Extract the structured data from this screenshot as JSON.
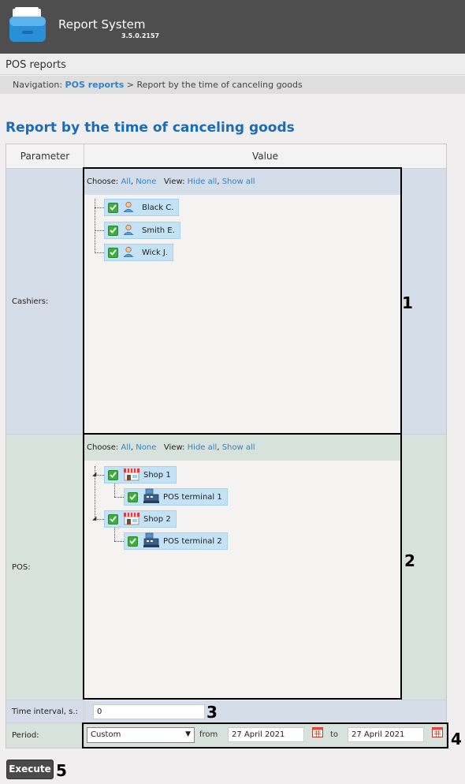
{
  "app": {
    "title": "Report System",
    "version": "3.5.0.2157"
  },
  "subbar": {
    "title": "POS reports"
  },
  "navigation": {
    "prefix": "Navigation:",
    "link": "POS reports",
    "separator": ">",
    "current": "Report by the time of canceling goods"
  },
  "page_title": "Report by the time of canceling goods",
  "table": {
    "headers": {
      "parameter": "Parameter",
      "value": "Value"
    },
    "cashiers": {
      "label": "Cashiers:",
      "choose_label": "Choose:",
      "all": "All",
      "comma": ",",
      "none": "None",
      "view_label": "View:",
      "hide_all": "Hide all",
      "show_all": "Show all",
      "items": [
        {
          "name": "Black C.",
          "checked": true,
          "icon": "user-icon"
        },
        {
          "name": "Smith E.",
          "checked": true,
          "icon": "user-icon"
        },
        {
          "name": "Wick J.",
          "checked": true,
          "icon": "user-icon"
        }
      ]
    },
    "pos": {
      "label": "POS:",
      "choose_label": "Choose:",
      "all": "All",
      "comma": ",",
      "none": "None",
      "view_label": "View:",
      "hide_all": "Hide all",
      "show_all": "Show all",
      "shops": [
        {
          "name": "Shop 1",
          "checked": true,
          "icon": "shop-icon",
          "terminals": [
            {
              "name": "POS terminal 1",
              "checked": true,
              "icon": "cash-register-icon"
            }
          ]
        },
        {
          "name": "Shop 2",
          "checked": true,
          "icon": "shop-icon",
          "terminals": [
            {
              "name": "POS terminal 2",
              "checked": true,
              "icon": "cash-register-icon"
            }
          ]
        }
      ]
    },
    "time_interval": {
      "label": "Time interval, s.:",
      "value": "0"
    },
    "period": {
      "label": "Period:",
      "selected": "Custom",
      "from_label": "from",
      "from": "27 April 2021",
      "to_label": "to",
      "to": "27 April 2021"
    }
  },
  "execute_label": "Execute",
  "annotations": [
    "1",
    "2",
    "3",
    "4",
    "5"
  ],
  "colors": {
    "header_bg": "#4e4e4e",
    "link": "#2d83d0",
    "title": "#1a6bb8",
    "cashiers_bg": "#d5dde8",
    "pos_bg": "#d8e2dc",
    "node_bg": "#c3e2f5",
    "check": "#3fae3f"
  }
}
